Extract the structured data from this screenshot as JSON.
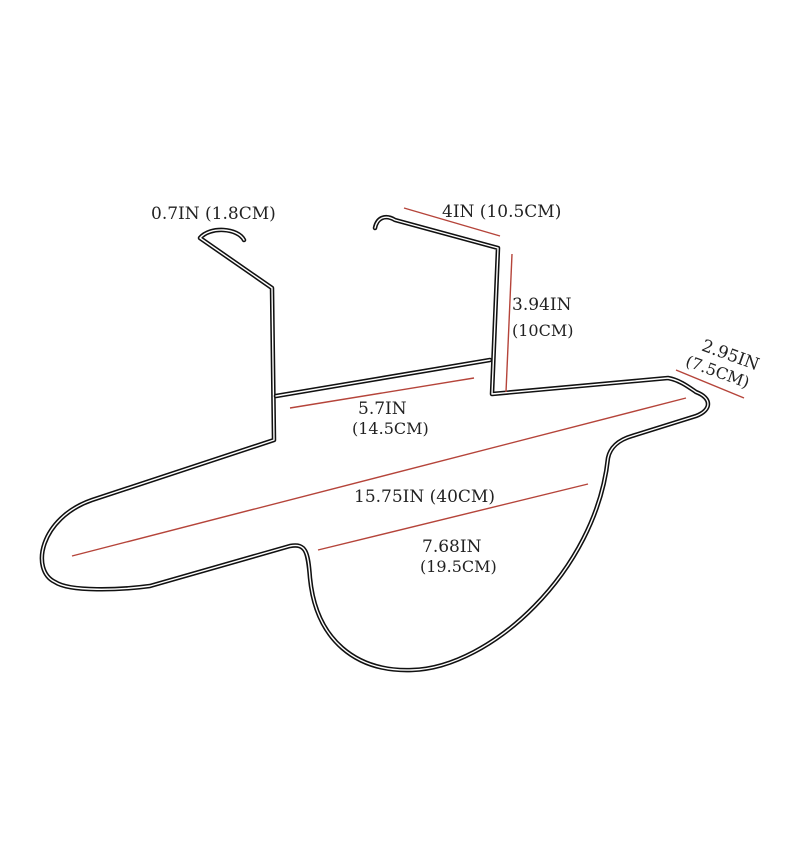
{
  "colors": {
    "frame": "#111111",
    "dimension_line": "#b5443a",
    "text": "#222222",
    "background": "#ffffff"
  },
  "dimensions": {
    "hook": {
      "primary": "0.7IN (1.8CM)"
    },
    "top_width": {
      "primary": "4IN (10.5CM)"
    },
    "height": {
      "primary": "3.94IN",
      "secondary": "(10CM)"
    },
    "tip_width": {
      "primary": "2.95IN",
      "secondary": "(7.5CM)"
    },
    "crossbar": {
      "primary": "5.7IN",
      "secondary": "(14.5CM)"
    },
    "overall_length": {
      "primary": "15.75IN (40CM)"
    },
    "lower_width": {
      "primary": "7.68IN",
      "secondary": "(19.5CM)"
    }
  }
}
